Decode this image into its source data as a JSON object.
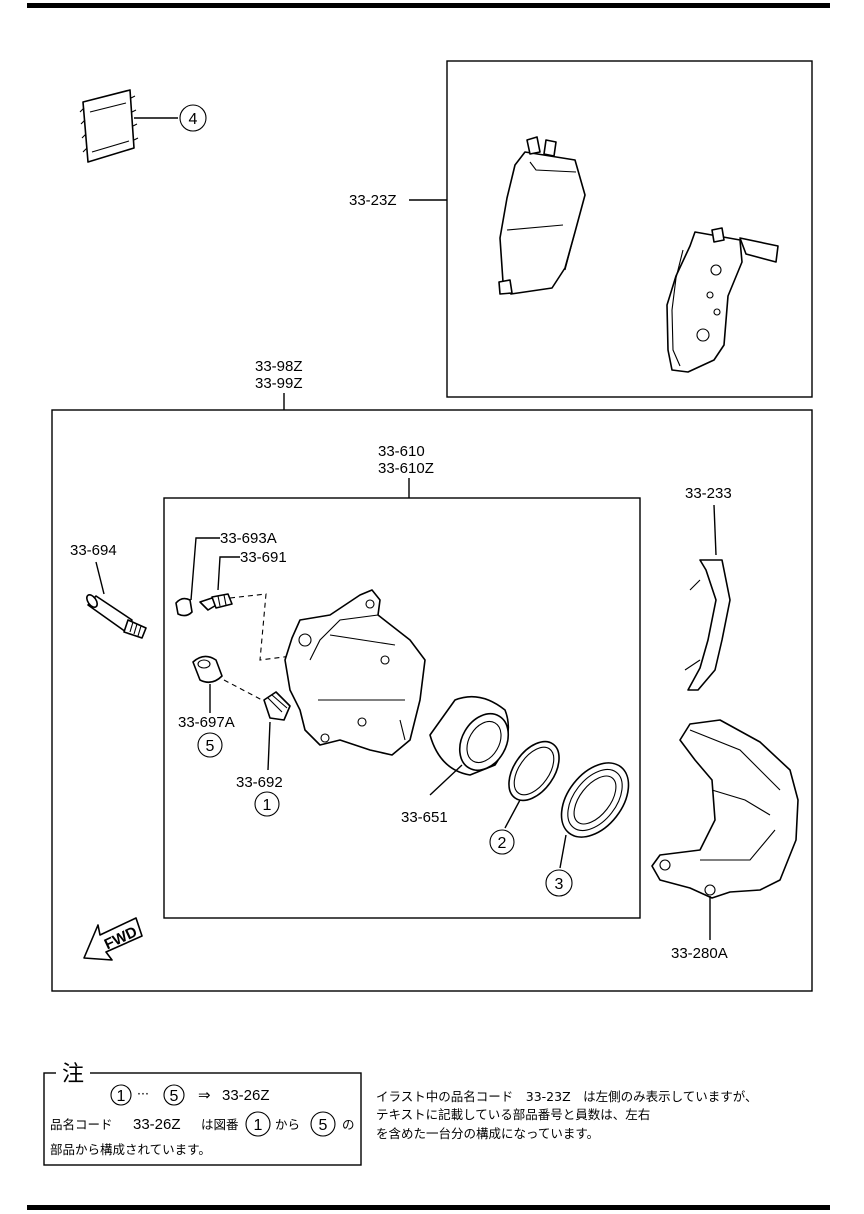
{
  "labels": {
    "pads": "33-23Z",
    "caliper_assy_1": "33-98Z",
    "caliper_assy_2": "33-99Z",
    "caliper_body_1": "33-610",
    "caliper_body_2": "33-610Z",
    "guide_pin": "33-694",
    "bleeder_cap": "33-693A",
    "bleeder_screw": "33-691",
    "boot_a": "33-697A",
    "boot_b": "33-692",
    "piston": "33-651",
    "spring": "33-233",
    "bracket": "33-280A",
    "fwd": "FWD"
  },
  "callouts": {
    "c1": "1",
    "c2": "2",
    "c3": "3",
    "c4": "4",
    "c5": "5"
  },
  "note": {
    "title": "注",
    "kit_range_start": "1",
    "kit_range_dots": "···",
    "kit_range_end": "5",
    "kit_arrow": "⇒",
    "kit_code": "33-26Z",
    "line2_a": "品名コード",
    "line2_code": "33-26Z",
    "line2_b": "は図番",
    "line2_c1": "1",
    "line2_c": "から",
    "line2_c5": "5",
    "line2_d": "の",
    "line3": "部品から構成されています。",
    "side_line1": "イラスト中の品名コード　33-23Z　は左側のみ表示していますが、",
    "side_line2": "テキストに記載している部品番号と員数は、左右",
    "side_line3": "を含めた一台分の構成になっています。"
  }
}
